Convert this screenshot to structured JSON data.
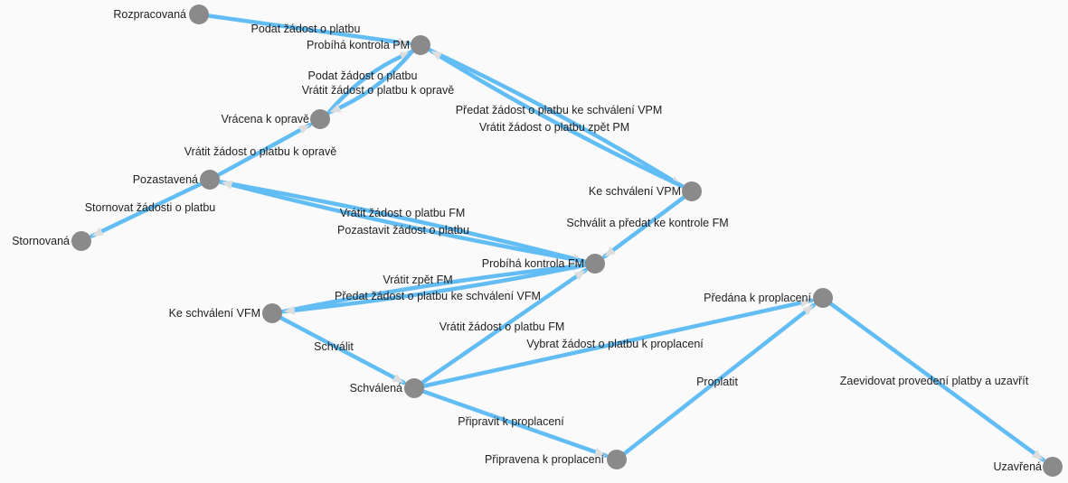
{
  "colors": {
    "edge": "#62bdf5",
    "node": "#8a8a8a",
    "arrow": "#dddddd",
    "background": "#fafafa"
  },
  "nodes": [
    {
      "id": "rozpracovana",
      "label": "Rozpracovaná"
    },
    {
      "id": "kontrola_pm",
      "label": "Probíhá kontrola PM"
    },
    {
      "id": "vracena",
      "label": "Vrácena k opravě"
    },
    {
      "id": "pozastavena",
      "label": "Pozastavená"
    },
    {
      "id": "stornovana",
      "label": "Stornovaná"
    },
    {
      "id": "ke_schvaleni_vpm",
      "label": "Ke schválení VPM"
    },
    {
      "id": "kontrola_fm",
      "label": "Probíhá kontrola FM"
    },
    {
      "id": "ke_schvaleni_vfm",
      "label": "Ke schválení VFM"
    },
    {
      "id": "schvalena",
      "label": "Schválená"
    },
    {
      "id": "predana",
      "label": "Předána k proplacení"
    },
    {
      "id": "pripravena",
      "label": "Připravena k proplacení"
    },
    {
      "id": "uzavrena",
      "label": "Uzavřená"
    }
  ],
  "edges": [
    {
      "from": "rozpracovana",
      "to": "kontrola_pm",
      "label": "Podat žádost o platbu"
    },
    {
      "from": "vracena",
      "to": "kontrola_pm",
      "label": "Podat žádost o platbu"
    },
    {
      "from": "kontrola_pm",
      "to": "vracena",
      "label": "Vrátit žádost o platbu k opravě"
    },
    {
      "from": "pozastavena",
      "to": "vracena",
      "label": "Vrátit žádost o platbu k opravě"
    },
    {
      "from": "pozastavena",
      "to": "stornovana",
      "label": "Stornovat žádosti o platbu"
    },
    {
      "from": "kontrola_pm",
      "to": "ke_schvaleni_vpm",
      "label": "Předat žádost o platbu ke schválení VPM"
    },
    {
      "from": "ke_schvaleni_vpm",
      "to": "kontrola_pm",
      "label": "Vrátit žádost o platbu zpět PM"
    },
    {
      "from": "ke_schvaleni_vpm",
      "to": "kontrola_fm",
      "label": "Schválit a předat ke kontrole FM"
    },
    {
      "from": "pozastavena",
      "to": "kontrola_fm",
      "label": "Vrátit žádost o platbu FM"
    },
    {
      "from": "kontrola_fm",
      "to": "pozastavena",
      "label": "Pozastavit žádost o platbu"
    },
    {
      "from": "ke_schvaleni_vfm",
      "to": "kontrola_fm",
      "label": "Vrátit zpět FM"
    },
    {
      "from": "kontrola_fm",
      "to": "ke_schvaleni_vfm",
      "label": "Předat žádost o platbu ke schválení VFM"
    },
    {
      "from": "schvalena",
      "to": "kontrola_fm",
      "label": "Vrátit žádost o platbu FM"
    },
    {
      "from": "ke_schvaleni_vfm",
      "to": "schvalena",
      "label": "Schválit"
    },
    {
      "from": "schvalena",
      "to": "predana",
      "label": "Vybrat žádost o platbu k proplacení"
    },
    {
      "from": "schvalena",
      "to": "pripravena",
      "label": "Připravit k proplacení"
    },
    {
      "from": "pripravena",
      "to": "predana",
      "label": "Proplatit"
    },
    {
      "from": "predana",
      "to": "uzavrena",
      "label": "Zaevidovat provedení platby a uzavřít"
    }
  ]
}
